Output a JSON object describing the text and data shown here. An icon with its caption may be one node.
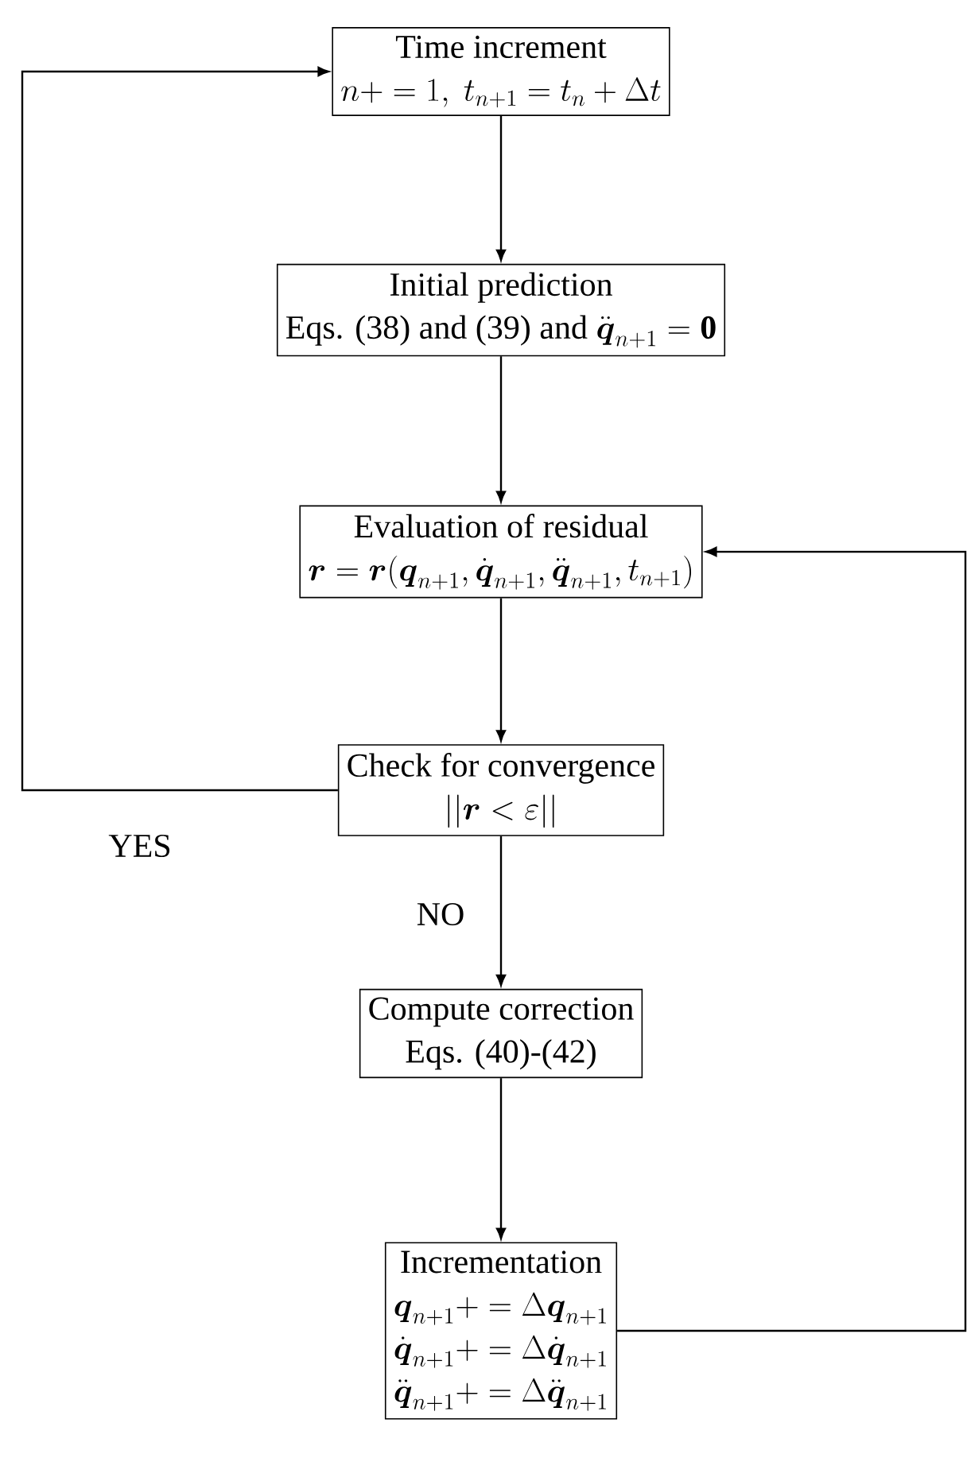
{
  "diagram": {
    "nodes": [
      {
        "text": [
          "Time increment",
          "n+=1,\\ t_{n+1}=t_n+\\Delta t"
        ]
      },
      {
        "text": [
          "Initial prediction",
          "\\text{Eqs. (38) and (39) and } \\ddot{\\boldsymbol{q}}_{n+1}=\\mathbf{0}"
        ]
      },
      {
        "text": [
          "Evaluation of residual",
          "\\boldsymbol{r}=\\boldsymbol{r}(\\boldsymbol{q}_{n+1},\\dot{\\boldsymbol{q}}_{n+1},\\ddot{\\boldsymbol{q}}_{n+1},t_{n+1})"
        ]
      },
      {
        "text": [
          "Check for convergence",
          "||\\boldsymbol{r}<\\varepsilon||"
        ]
      },
      {
        "text": [
          "Compute correction",
          "\\text{Eqs. (40)-(42)}"
        ]
      },
      {
        "text": [
          "Incrementation",
          "\\boldsymbol{q}_{n+1}+=\\Delta\\boldsymbol{q}_{n+1}",
          "\\dot{\\boldsymbol{q}}_{n+1}+=\\Delta\\dot{\\boldsymbol{q}}_{n+1}",
          "\\ddot{\\boldsymbol{q}}_{n+1}+=\\Delta\\ddot{\\boldsymbol{q}}_{n+1}"
        ]
      }
    ],
    "edges": [
      {
        "from": 0,
        "to": 1,
        "arrow": "to"
      },
      {
        "from": 1,
        "to": 2,
        "arrow": "to"
      },
      {
        "from": 2,
        "to": 3,
        "arrow": "to"
      },
      {
        "from": 3,
        "to": 0,
        "arrow": "to",
        "label": "YES"
      },
      {
        "from": 3,
        "to": 4,
        "arrow": "to",
        "label": "NO"
      },
      {
        "from": 4,
        "to": 5,
        "arrow": "to"
      },
      {
        "from": 5,
        "to": 2,
        "arrow": "to"
      }
    ]
  }
}
